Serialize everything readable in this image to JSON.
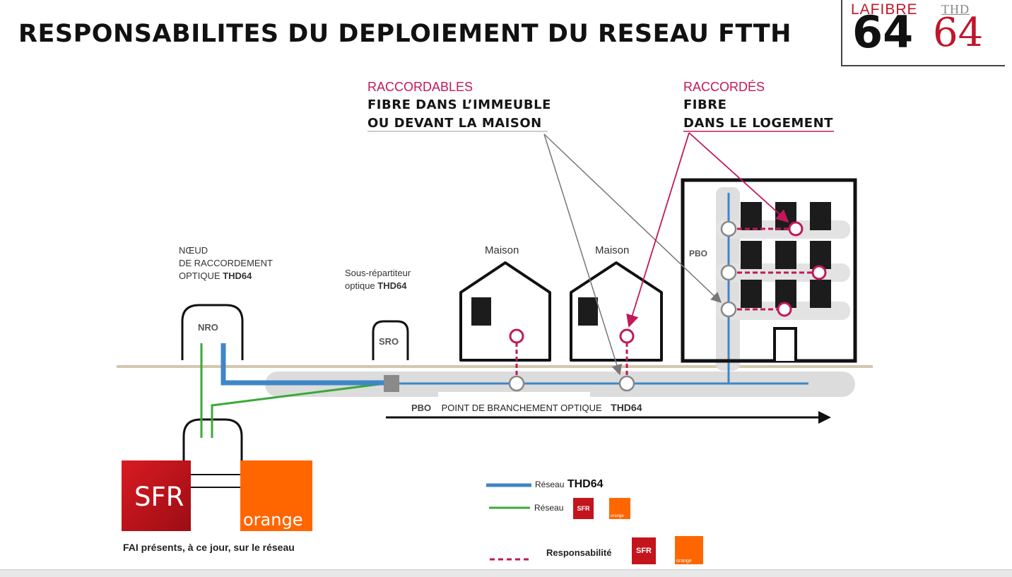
{
  "title": "RESPONSABILITES DU DEPLOIEMENT DU RESEAU FTTH",
  "logo": {
    "lafibre_word": "LAFIBRE",
    "lafibre_num": "64",
    "thd_word": "THD",
    "thd_num": "64"
  },
  "top_labels": {
    "raccordables": {
      "pink": "RACCORDABLES",
      "line1": "FIBRE DANS L’IMMEUBLE",
      "line2": "OU DEVANT LA MAISON"
    },
    "raccordes": {
      "pink": "RACCORDÉS",
      "line1": "FIBRE",
      "line2": "DANS LE LOGEMENT"
    }
  },
  "nro": {
    "caption_line1": "NŒUD",
    "caption_line2": "DE RACCORDEMENT",
    "caption_line3_pre": "OPTIQUE ",
    "caption_line3_bold": "THD64",
    "box_label": "NRO"
  },
  "sro": {
    "caption_line1": "Sous-répartiteur",
    "caption_line2_pre": "optique ",
    "caption_line2_bold": "THD64",
    "box_label": "SRO"
  },
  "houses": [
    {
      "label": "Maison"
    },
    {
      "label": "Maison"
    }
  ],
  "building": {
    "pbo_label": "PBO"
  },
  "pbo_axis": {
    "abbr": "PBO",
    "text": "POINT DE BRANCHEMENT OPTIQUE",
    "owner": "THD64"
  },
  "fai": {
    "sfr": "SFR",
    "orange": "orange",
    "caption": "FAI présents, à ce jour, sur le réseau"
  },
  "legend": {
    "thd": {
      "small": "Réseau",
      "strong": "THD64"
    },
    "operators": {
      "small": "Réseau",
      "sfr": "SFR",
      "orange": "orange"
    },
    "responsibility": {
      "label": "Responsabilité",
      "sfr": "SFR",
      "orange": "orange"
    }
  },
  "colors": {
    "thd_network": "#3f86c8",
    "operator_network": "#3aa93a",
    "responsibility": "#c2185b",
    "sfr": "#c4141c",
    "orange": "#ff6600"
  }
}
